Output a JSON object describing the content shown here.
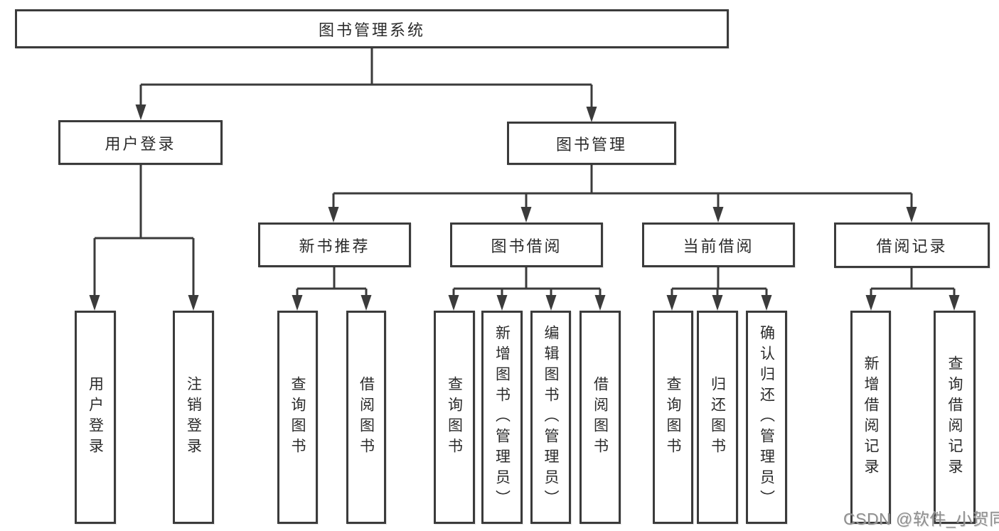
{
  "tree": {
    "root_label": "图书管理系统",
    "user_login": {
      "label": "用户登录",
      "children": [
        {
          "label": "用户登录"
        },
        {
          "label": "注销登录"
        }
      ]
    },
    "book_management": {
      "label": "图书管理",
      "sections": [
        {
          "label": "新书推荐",
          "children": [
            {
              "label": "查询图书"
            },
            {
              "label": "借阅图书"
            }
          ]
        },
        {
          "label": "图书借阅",
          "children": [
            {
              "label": "查询图书"
            },
            {
              "label": "新增图书（管理员）"
            },
            {
              "label": "编辑图书（管理员）"
            },
            {
              "label": "借阅图书"
            }
          ]
        },
        {
          "label": "当前借阅",
          "children": [
            {
              "label": "查询图书"
            },
            {
              "label": "归还图书"
            },
            {
              "label": "确认归还（管理员）"
            }
          ]
        },
        {
          "label": "借阅记录",
          "children": [
            {
              "label": "新增借阅记录"
            },
            {
              "label": "查询借阅记录"
            }
          ]
        }
      ]
    }
  },
  "watermark": {
    "text": "CSDN @软件_小贺同学"
  },
  "colors": {
    "line": "#3b3b3b",
    "box_border": "#3b3b3b",
    "text": "#2b2b2b",
    "watermark": "#8f8f8f",
    "background": "#ffffff"
  }
}
